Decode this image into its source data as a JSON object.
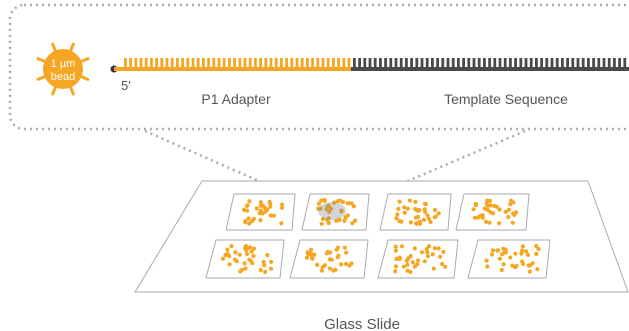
{
  "bead": {
    "line1": "1 µm",
    "line2": "bead"
  },
  "labels": {
    "five_prime": "5′",
    "adapter": "P1 Adapter",
    "template": "Template Sequence",
    "slide": "Glass Slide"
  },
  "colors": {
    "bead": "#f5a623",
    "adapter": "#f5a623",
    "template": "#4a4a4a",
    "dots": "#f5a623",
    "outline": "#aaaaaa",
    "label_text": "#555555"
  },
  "slide": {
    "wells_rows": 2,
    "wells_cols": 4
  }
}
